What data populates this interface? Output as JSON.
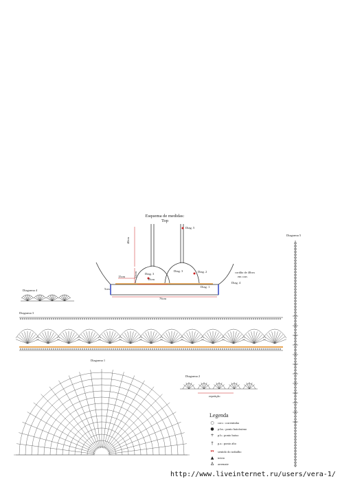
{
  "top_schema": {
    "title_line1": "Esquema de medidas:",
    "title_line2": "Top",
    "labels": {
      "diag5": "Diag. 5",
      "diag3_left": "Diag. 3",
      "diag3_right": "Diag. 3",
      "diag2": "Diag. 2",
      "diag1": "Diag. 1",
      "diag4": "Diag. 4",
      "width_18": "18cm",
      "width_15": "15cm",
      "width_76": "76cm",
      "height_40": "40cm",
      "height_5": "5cm",
      "height_15": "15cm",
      "cordao_line1": "cordão de 40cm",
      "cordao_line2": "em corr."
    }
  },
  "diagram_titles": {
    "d1": "Diagrama 1",
    "d2": "Diagrama 2",
    "d3": "Diagrama 3",
    "d4": "Diagrama 4",
    "d5": "Diagrama 5"
  },
  "d2_repeat": "repetição",
  "legend": {
    "title": "Legenda",
    "items": [
      {
        "symbol": "○",
        "text": "corr.: correntinha"
      },
      {
        "symbol": "●",
        "text": "p.bx.: ponto baixíssimo"
      },
      {
        "symbol": "+",
        "text": "p.b.: ponto baixo"
      },
      {
        "symbol": "†",
        "text": "p.a.: ponto alto"
      },
      {
        "symbol": "▾▾",
        "text": "sentido do trabalho"
      },
      {
        "symbol": "▲",
        "text": "início"
      },
      {
        "symbol": "Δ",
        "text": "arremate"
      }
    ]
  },
  "watermark": "http://www.liveinternet.ru/users/vera-1/",
  "colors": {
    "line": "#333333",
    "accent_red": "#cc1f1f",
    "accent_blue": "#3a4fc8",
    "accent_orange": "#e08a1e",
    "accent_purple": "#7a3aa8"
  }
}
